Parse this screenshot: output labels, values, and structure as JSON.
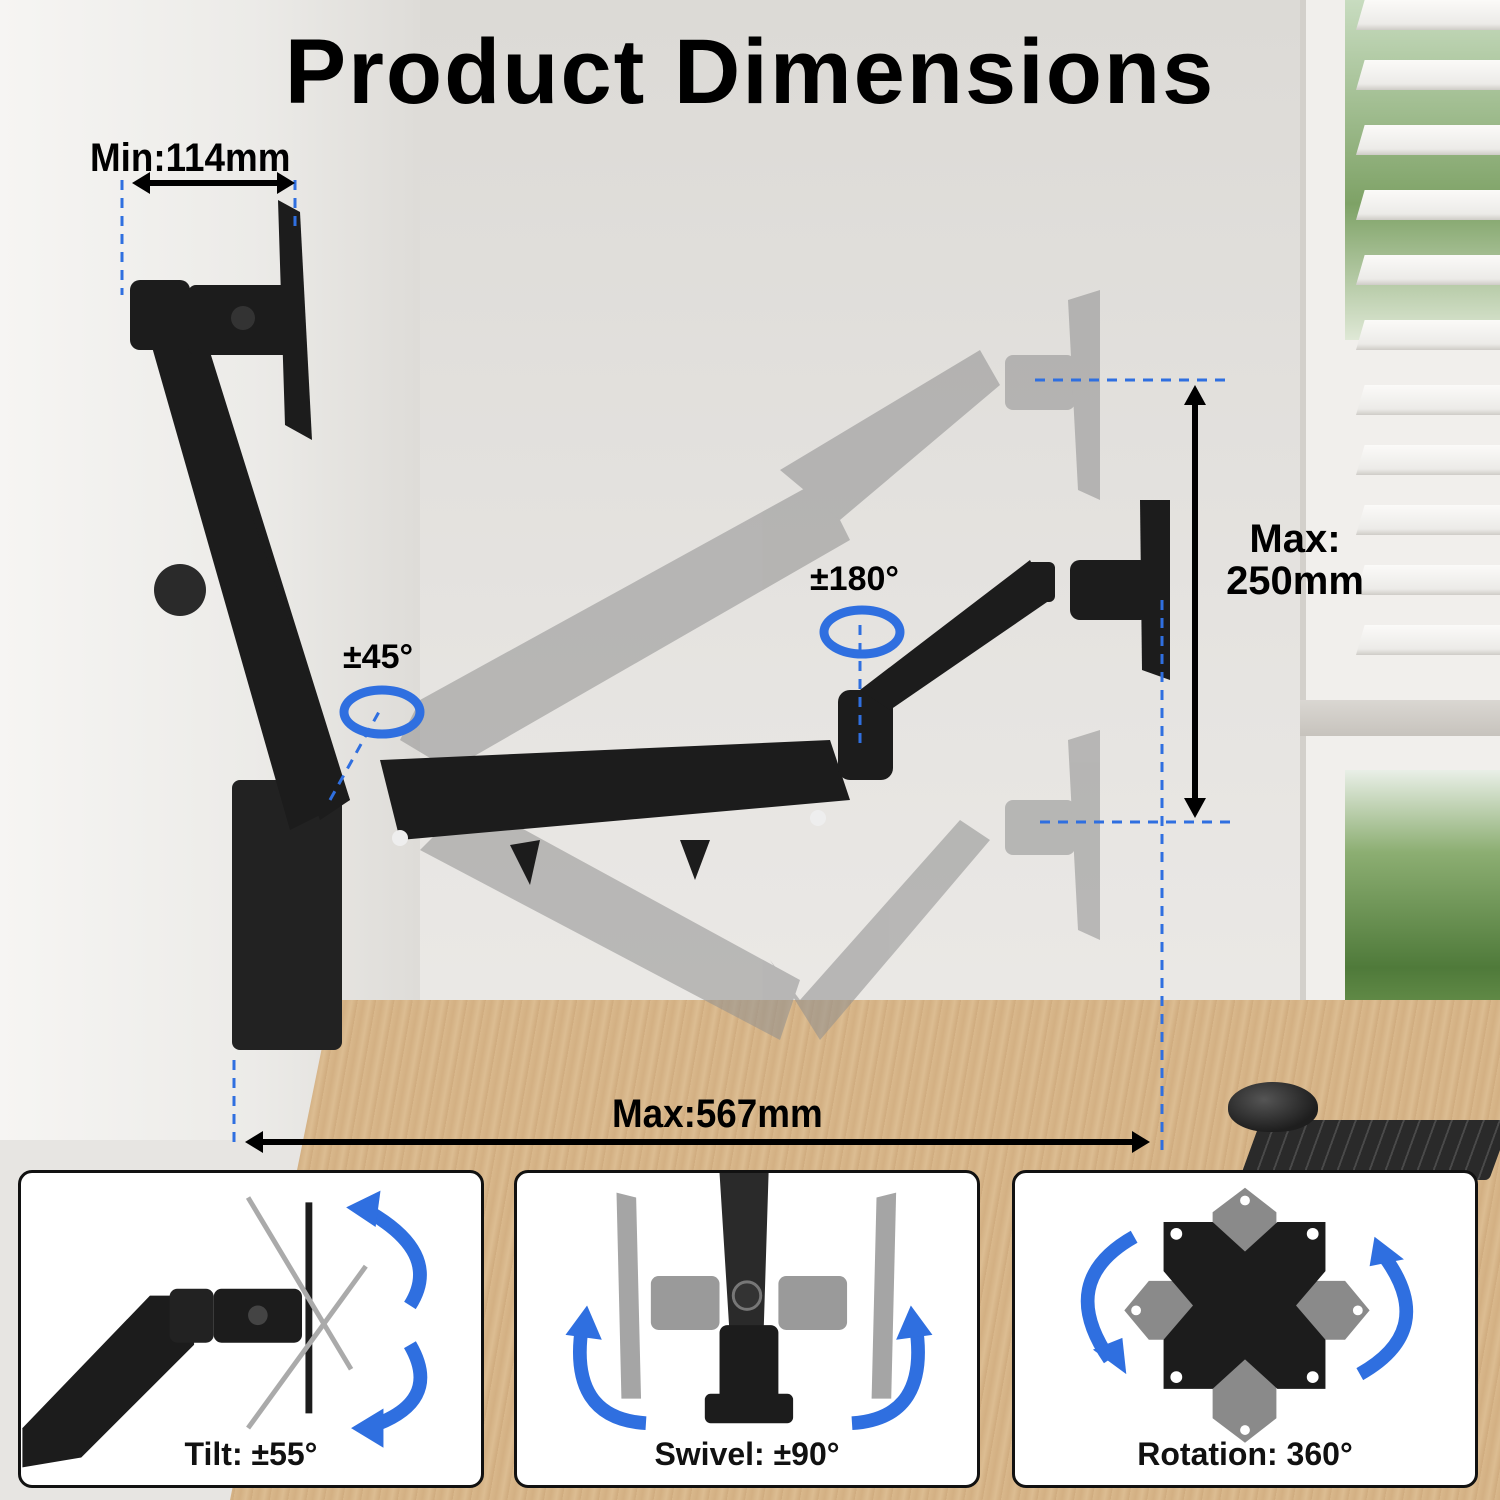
{
  "title": "Product Dimensions",
  "dimensions": {
    "min_depth": "Min:114mm",
    "max_height_line1": "Max:",
    "max_height_line2": "250mm",
    "max_extension": "Max:567mm"
  },
  "rotation_labels": {
    "shoulder": "±45°",
    "elbow": "±180°"
  },
  "features": [
    {
      "id": "tilt",
      "caption": "Tilt: ±55°"
    },
    {
      "id": "swivel",
      "caption": "Swivel: ±90°"
    },
    {
      "id": "rotation",
      "caption": "Rotation: 360°"
    }
  ],
  "colors": {
    "accent_blue": "#2f6fe0",
    "arm_black": "#1c1c1c",
    "ghost_gray": "#9a9a9a",
    "text": "#000000"
  }
}
